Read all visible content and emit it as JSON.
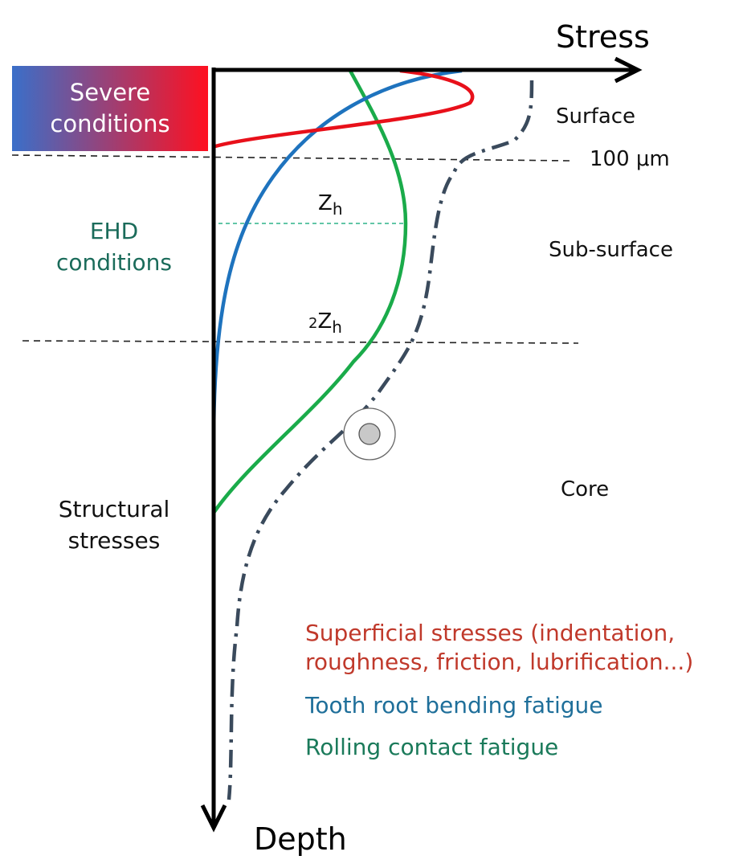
{
  "axes": {
    "x_label": "Stress",
    "y_label": "Depth"
  },
  "zones": {
    "surface": "Surface",
    "depth_100um": "100 μm",
    "sub_surface": "Sub-surface",
    "core": "Core"
  },
  "markers": {
    "zh_main": "Z",
    "zh_sub": "h",
    "two_zh_prefix": "2",
    "two_zh_main": "Z",
    "two_zh_sub": "h"
  },
  "side_labels": {
    "severe": [
      "Severe",
      "conditions"
    ],
    "ehd": [
      "EHD",
      "conditions"
    ],
    "structural": [
      "Structural",
      "stresses"
    ]
  },
  "legend": [
    {
      "name": "superficial",
      "lines": [
        "Superficial stresses (indentation,",
        "roughness, friction, lubrification...)"
      ],
      "color": "#c0392b"
    },
    {
      "name": "bending",
      "lines": [
        "Tooth root bending fatigue"
      ],
      "color": "#1f6f9a"
    },
    {
      "name": "rolling",
      "lines": [
        "Rolling contact fatigue"
      ],
      "color": "#1a7a5a"
    }
  ],
  "colors": {
    "red_curve": "#e8101a",
    "blue_curve": "#1e73be",
    "green_curve": "#1aab4a",
    "dashdot_curve": "#3a4a5c",
    "severe_gradient_start": "#3a6fc9",
    "severe_gradient_end": "#ff1020",
    "ehd_text": "#1a6b5a",
    "zh_line": "#2fb38a"
  }
}
